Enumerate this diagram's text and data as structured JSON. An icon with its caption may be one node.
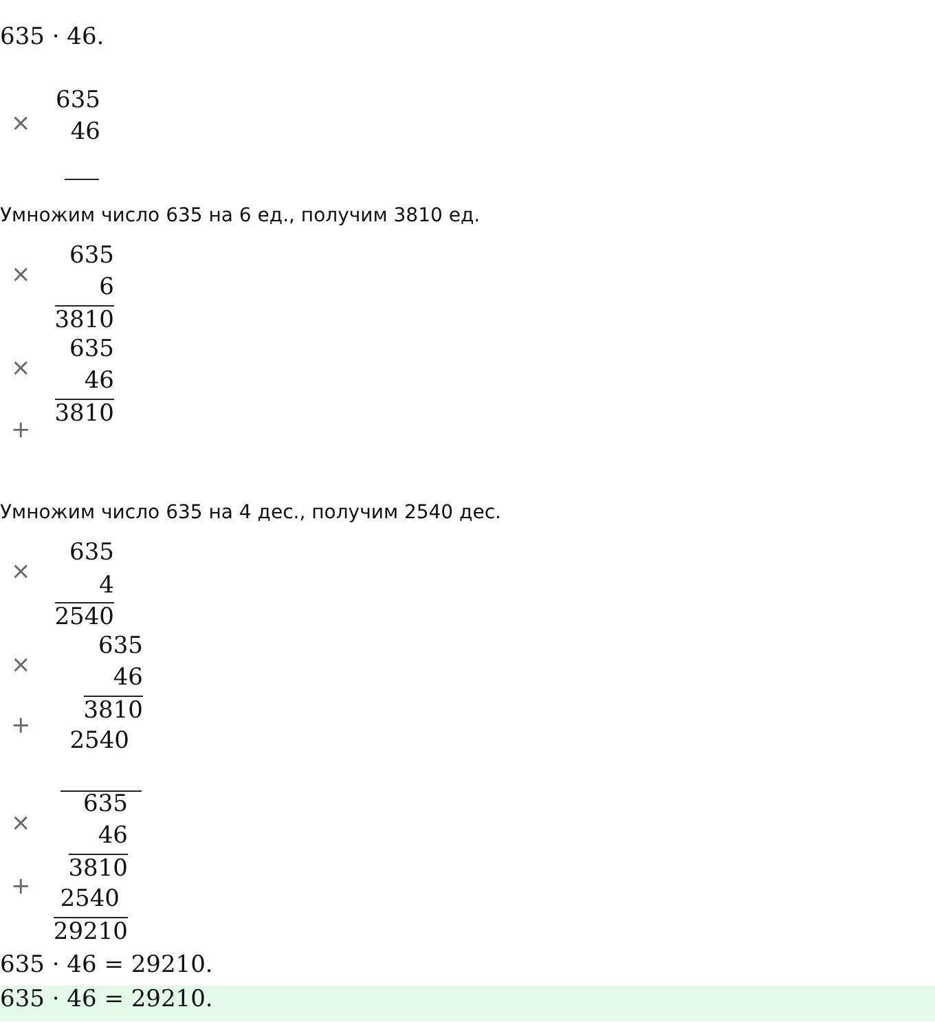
{
  "diagram": {
    "labels": [
      "635 · 46.",
      "×",
      "635",
      "46",
      "Умножим число 635 на 6 ед., получим 3810 ед.",
      "×",
      "635",
      "6",
      "3810",
      "×",
      "635",
      "46",
      "3810",
      "+",
      "Умножим число 635 на 4 дес., получим 2540 дес.",
      "×",
      "635",
      "4",
      "2540",
      "×",
      "635",
      "46",
      "3810",
      "+",
      "2540",
      "×",
      "635",
      "46",
      "3810",
      "+",
      "2540",
      "29210",
      "635 · 46 = 29210.",
      "635 · 46 = 29210."
    ]
  }
}
